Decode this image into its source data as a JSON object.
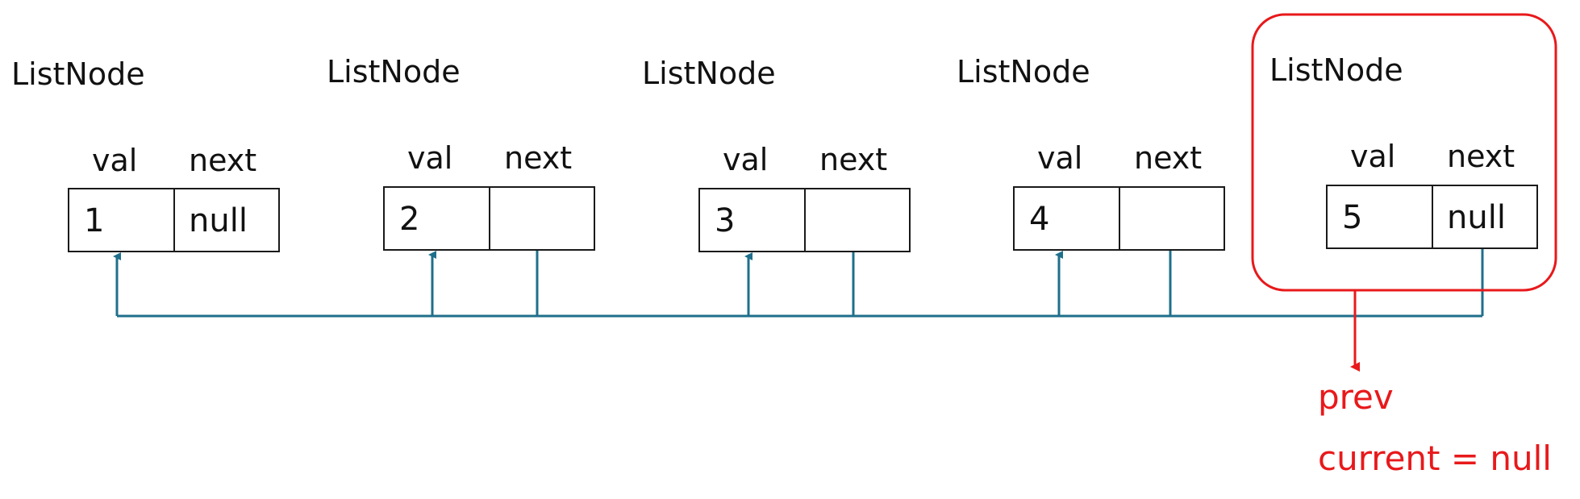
{
  "diagram": {
    "node_title": "ListNode",
    "labels": {
      "val": "val",
      "next": "next"
    },
    "nodes": [
      {
        "val": "1",
        "next": "null"
      },
      {
        "val": "2",
        "next": ""
      },
      {
        "val": "3",
        "next": ""
      },
      {
        "val": "4",
        "next": ""
      },
      {
        "val": "5",
        "next": "null"
      }
    ],
    "pointers": {
      "prev": "prev",
      "current": "current = null"
    },
    "colors": {
      "link": "#1f6f8b",
      "highlight": "#e8191b",
      "stroke": "#1a1a1a"
    }
  }
}
